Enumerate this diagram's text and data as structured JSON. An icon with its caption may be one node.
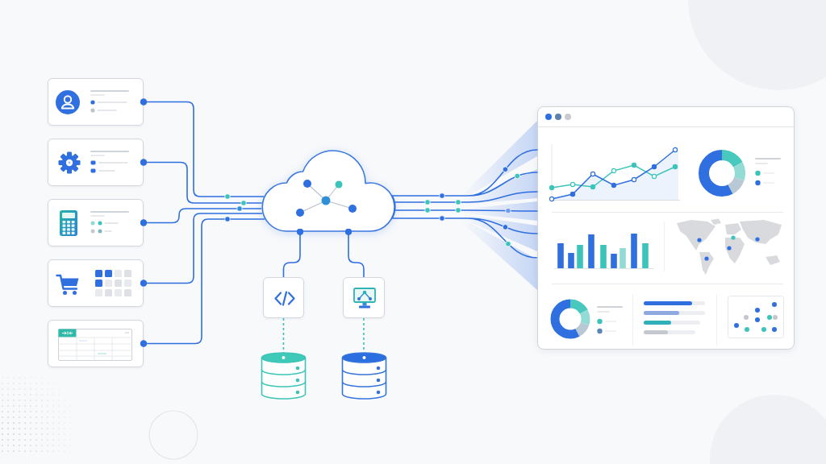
{
  "diagram": {
    "nodes": [
      {
        "text": [],
        "shape": "box"
      },
      {
        "text": [],
        "shape": "box"
      },
      {
        "text": [],
        "shape": "box"
      },
      {
        "text": [],
        "shape": "box"
      },
      {
        "text": [],
        "shape": "box"
      },
      {
        "text": [],
        "shape": "cloud"
      },
      {
        "text": [],
        "shape": "box"
      },
      {
        "text": [],
        "shape": "box"
      },
      {
        "text": [],
        "shape": "cylinder"
      },
      {
        "text": [],
        "shape": "cylinder"
      },
      {
        "text": [],
        "shape": "picture"
      }
    ],
    "edges": [
      {
        "from": 0,
        "to": 5,
        "arrow": "other"
      },
      {
        "from": 1,
        "to": 5,
        "arrow": "other"
      },
      {
        "from": 2,
        "to": 5,
        "arrow": "other"
      },
      {
        "from": 3,
        "to": 5,
        "arrow": "other"
      },
      {
        "from": 4,
        "to": 5,
        "arrow": "other"
      },
      {
        "from": 5,
        "to": 6,
        "arrow": "other"
      },
      {
        "from": 5,
        "to": 7,
        "arrow": "other"
      },
      {
        "from": 6,
        "to": 8,
        "arrow": "none",
        "style": "dashed",
        "color": "#3fbdbd"
      },
      {
        "from": 7,
        "to": 9,
        "arrow": "none",
        "style": "dashed",
        "color": "#3fbdbd"
      },
      {
        "from": 5,
        "to": 10,
        "arrow": "none"
      }
    ]
  }
}
